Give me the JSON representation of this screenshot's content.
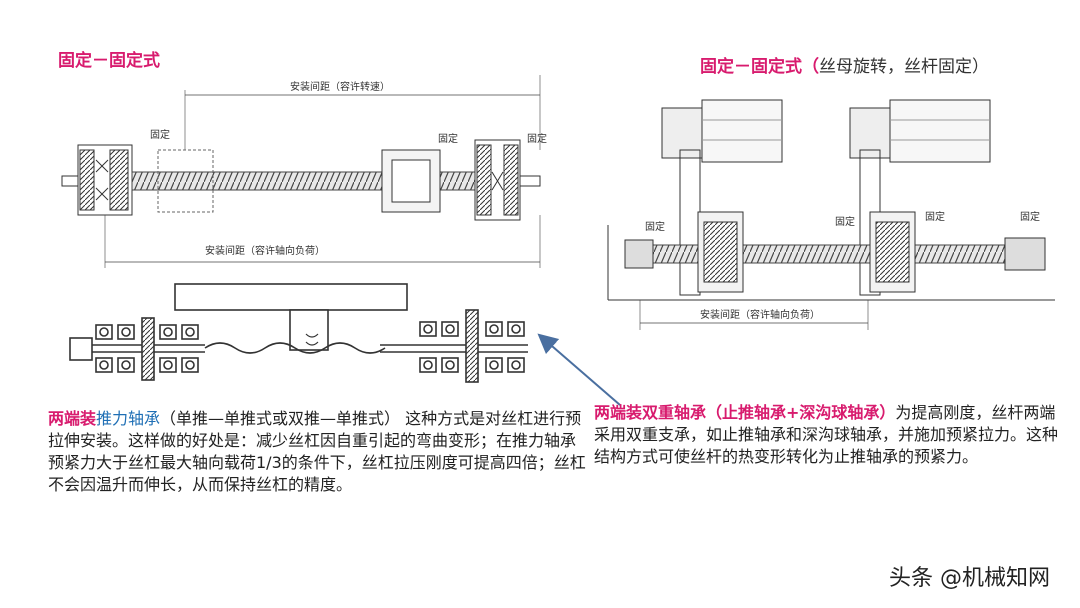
{
  "left": {
    "title": "固定－固定式",
    "dim_top": "安装间距（容许转速）",
    "dim_bottom": "安装间距（容许轴向负荷）",
    "label_fixed_1": "固定",
    "label_fixed_2": "固定",
    "label_fixed_3": "固定"
  },
  "right": {
    "title_main": "固定－固定式",
    "title_paren_open": "（",
    "title_sub": "丝母旋转，丝杆固定",
    "title_paren_close": "）",
    "dim_bottom": "安装间距（容许轴向负荷）",
    "label_fixed_1": "固定",
    "label_fixed_2": "固定",
    "label_fixed_3": "固定",
    "label_fixed_4": "固定"
  },
  "para_left": {
    "kw1": "两端装",
    "kw2": "推力轴承",
    "body": "（单推—单推式或双推—单推式） 这种方式是对丝杠进行预拉伸安装。这样做的好处是：减少丝杠因自重引起的弯曲变形；在推力轴承预紧力大于丝杠最大轴向载荷1/3的条件下，丝杠拉压刚度可提高四倍；丝杠不会因温升而伸长，从而保持丝杠的精度。"
  },
  "para_right": {
    "kw": "两端装双重轴承（止推轴承+深沟球轴承）",
    "body": "为提高刚度，丝杆两端采用双重支承，如止推轴承和深沟球轴承，并施加预紧拉力。这种结构方式可使丝杆的热变形转化为止推轴承的预紧力。"
  },
  "watermark": "头条 @机械知网",
  "colors": {
    "accent": "#d81b6e",
    "link": "#1f6fb5",
    "arrow": "#4a6fa0"
  }
}
